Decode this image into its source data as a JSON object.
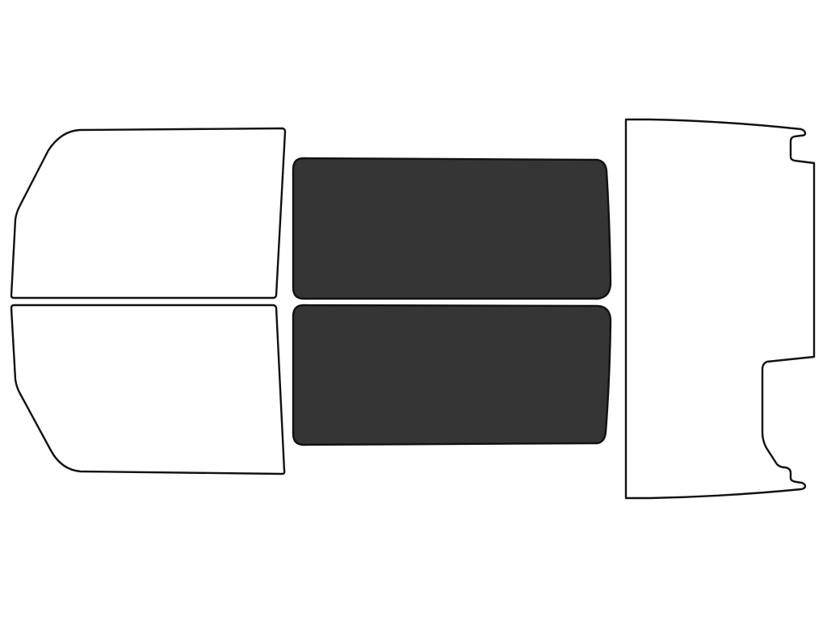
{
  "colors": {
    "background": "#ffffff",
    "outline": "#111111",
    "clear_panel": "#ffffff",
    "tinted_panel": "#363536"
  },
  "panels": [
    {
      "id": "front-left-window",
      "shading": "clear"
    },
    {
      "id": "rear-left-window",
      "shading": "clear"
    },
    {
      "id": "front-right-window",
      "shading": "tinted"
    },
    {
      "id": "rear-right-window",
      "shading": "tinted"
    },
    {
      "id": "back-window",
      "shading": "clear"
    }
  ]
}
